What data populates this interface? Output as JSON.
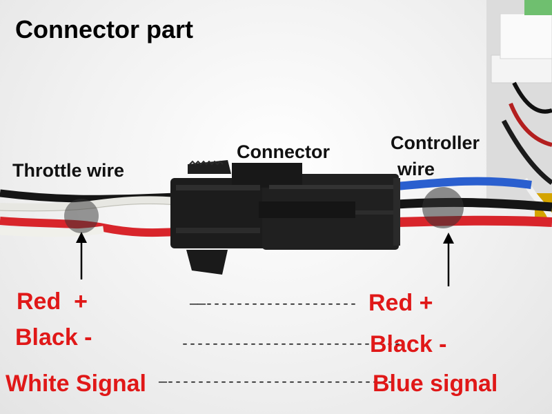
{
  "title": "Connector part",
  "labels": {
    "throttle_wire": "Throttle wire",
    "connector": "Connector",
    "controller_line1": "Controller",
    "controller_line2": "wire"
  },
  "legend": {
    "left": {
      "red": "Red  +",
      "black": "Black -",
      "white": "White Signal"
    },
    "separators": {
      "red": "——--------------------",
      "black": "-----------------------------",
      "white": "—------------------------------"
    },
    "right": {
      "red": "Red +",
      "black": "Black -",
      "blue": "Blue signal"
    }
  },
  "colors": {
    "label_red": "#e01818",
    "wire_red": "#d8252b",
    "wire_black": "#151515",
    "wire_white": "#e7e7e2",
    "wire_blue": "#2a5fcf",
    "connector_body": "#1c1c1c"
  }
}
